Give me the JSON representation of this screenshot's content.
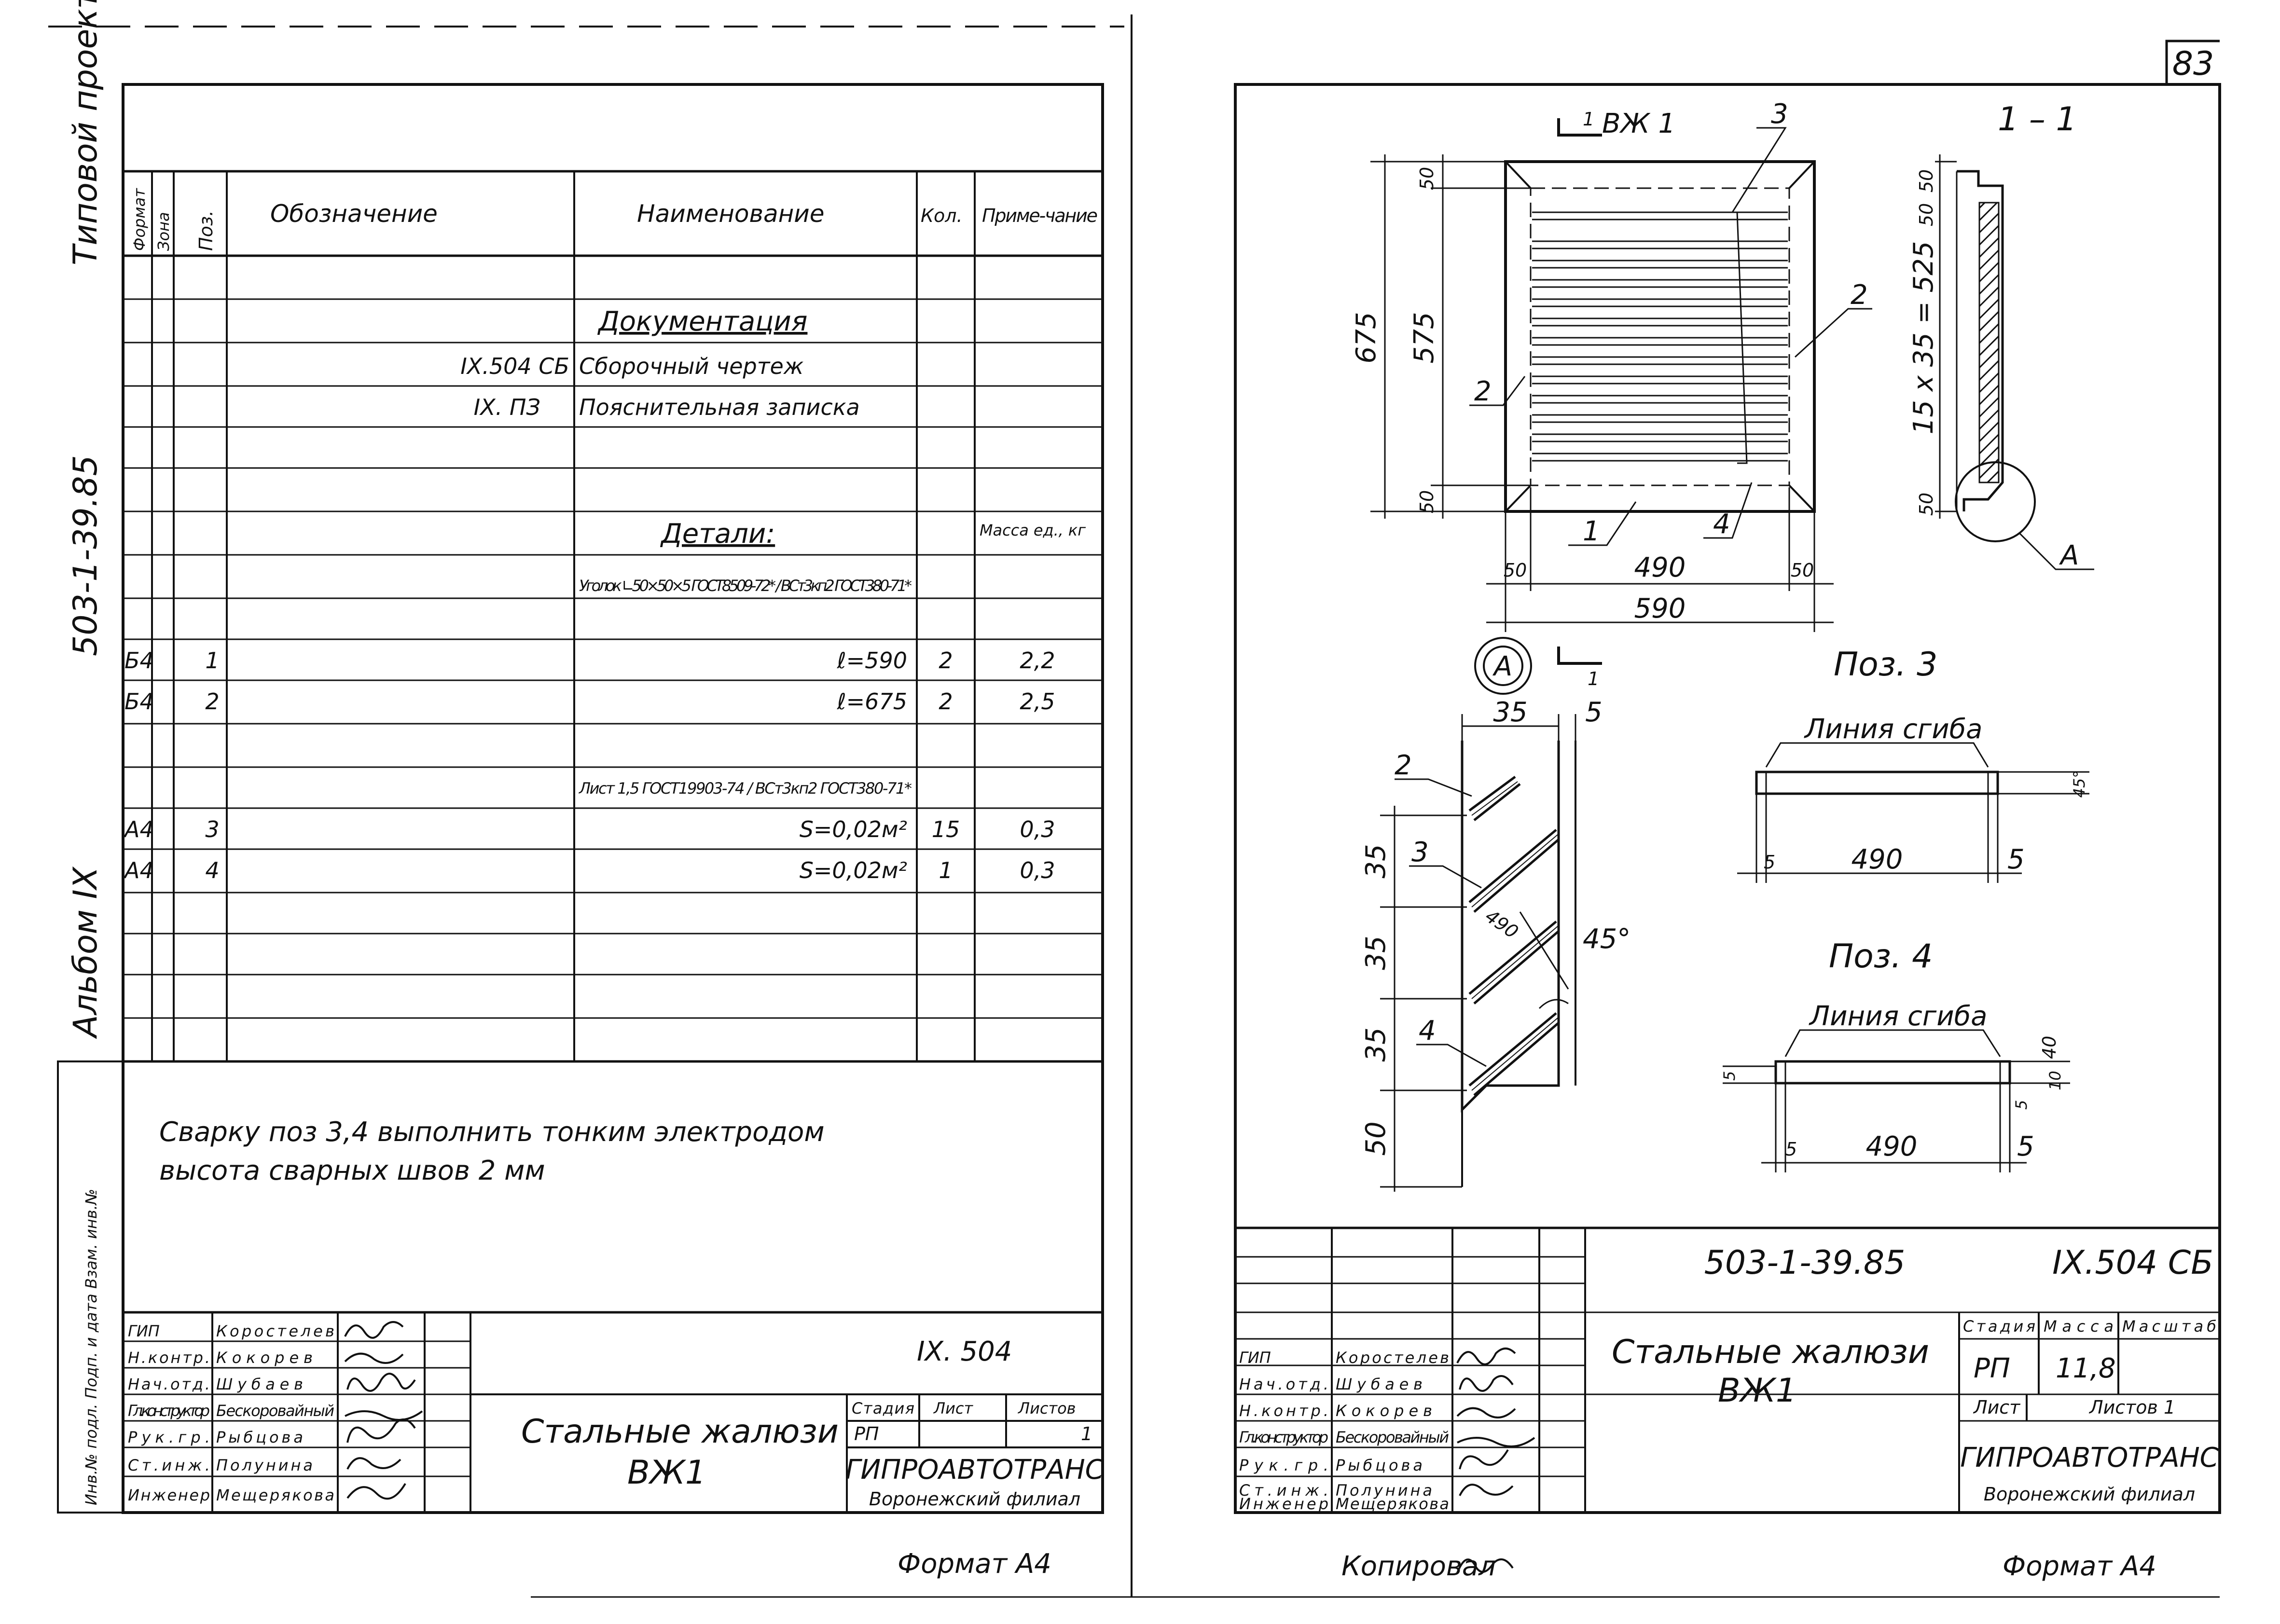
{
  "page_number": "83",
  "side_title": {
    "album": "Альбом IX",
    "code": "503-1-39.85",
    "project": "Типовой проект"
  },
  "side_stamp": "Инв.№ подл. Подп. и дата Взам. инв.№",
  "spec": {
    "headers": {
      "format": "Формат",
      "zone": "Зона",
      "pos": "Поз.",
      "designation": "Обозначение",
      "name": "Наименование",
      "qty": "Кол.",
      "note": "Приме-чание"
    },
    "rows": [
      {
        "format": "",
        "pos": "",
        "designation": "",
        "name": "Документация",
        "qty": "",
        "note": ""
      },
      {
        "format": "",
        "pos": "",
        "designation": "IX.504 СБ",
        "name": "Сборочный чертеж",
        "qty": "",
        "note": ""
      },
      {
        "format": "",
        "pos": "",
        "designation": "IX. ПЗ",
        "name": "Пояснительная записка",
        "qty": "",
        "note": ""
      },
      {
        "format": "",
        "pos": "",
        "designation": "",
        "name": "Детали:",
        "qty": "",
        "note": "Масса ед., кг"
      },
      {
        "format": "",
        "pos": "",
        "designation": "",
        "name": "Уголок ∟50×50×5 ГОСТ8509-72* / ВСт3кп2 ГОСТ380-71*",
        "qty": "",
        "note": ""
      },
      {
        "format": "Б4",
        "pos": "1",
        "designation": "",
        "name": "ℓ=590",
        "qty": "2",
        "note": "2,2"
      },
      {
        "format": "Б4",
        "pos": "2",
        "designation": "",
        "name": "ℓ=675",
        "qty": "2",
        "note": "2,5"
      },
      {
        "format": "",
        "pos": "",
        "designation": "",
        "name": "Лист 1,5 ГОСТ19903-74 / ВСт3кп2 ГОСТ380-71*",
        "qty": "",
        "note": ""
      },
      {
        "format": "А4",
        "pos": "3",
        "designation": "",
        "name": "S=0,02м²",
        "qty": "15",
        "note": "0,3"
      },
      {
        "format": "А4",
        "pos": "4",
        "designation": "",
        "name": "S=0,02м²",
        "qty": "1",
        "note": "0,3"
      }
    ],
    "note_line1": "Сварку поз 3,4 выполнить тонким электродом",
    "note_line2": "высота сварных швов 2 мм"
  },
  "left_title": {
    "roles": [
      "ГИП",
      "Н.контр.",
      "Нач.отд.",
      "Гл.конструктор",
      "Рук.гр.",
      "Ст.инж.",
      "Инженер"
    ],
    "names": [
      "Коростелев",
      "Кокорев",
      "Шубаев",
      "Бескоровайный",
      "Рыбцова",
      "Полунина",
      "Мещерякова"
    ],
    "doc_code": "IX. 504",
    "title_line1": "Стальные жалюзи",
    "title_line2": "ВЖ1",
    "stage_h": "Стадия",
    "sheet_h": "Лист",
    "sheets_h": "Листов",
    "stage": "РП",
    "sheets": "1",
    "org1": "ГИПРОАВТОТРАНС",
    "org2": "Воронежский филиал"
  },
  "format_left": "Формат А4",
  "copied_by": "Копировал",
  "format_right": "Формат А4",
  "drawing": {
    "view_mark": "ВЖ 1",
    "section_label": "1 – 1",
    "pos_labels": [
      "1",
      "2",
      "3",
      "4"
    ],
    "dims": {
      "d50": "50",
      "d575": "575",
      "d675": "675",
      "d490": "490",
      "d590": "590",
      "d35x15": "15 x 35 = 525",
      "d35": "35",
      "d5": "5",
      "d45deg": "45°",
      "d40": "40",
      "d10": "10"
    },
    "node_mark": "А",
    "section_mark": "1",
    "pos3_title": "Поз. 3",
    "pos4_title": "Поз. 4",
    "bend_line": "Линия сгиба"
  },
  "right_title": {
    "roles": [
      "ГИП",
      "Нач.отд.",
      "Н.контр.",
      "Гл.конструктор",
      "Рук.гр.",
      "Ст.инж.",
      "Инженер"
    ],
    "names": [
      "Коростелев",
      "Шубаев",
      "Кокорев",
      "Бескоровайный",
      "Рыбцова",
      "Полунина",
      "Мещерякова"
    ],
    "doc_code": "503-1-39.85",
    "doc_mark": "IX.504 СБ",
    "title_line1": "Стальные жалюзи",
    "title_line2": "ВЖ1",
    "stage_h": "Стадия",
    "mass_h": "Масса",
    "scale_h": "Масштаб",
    "stage": "РП",
    "mass": "11,8",
    "sheet_h": "Лист",
    "sheets_h": "Листов 1",
    "org1": "ГИПРОАВТОТРАНС",
    "org2": "Воронежский филиал"
  }
}
